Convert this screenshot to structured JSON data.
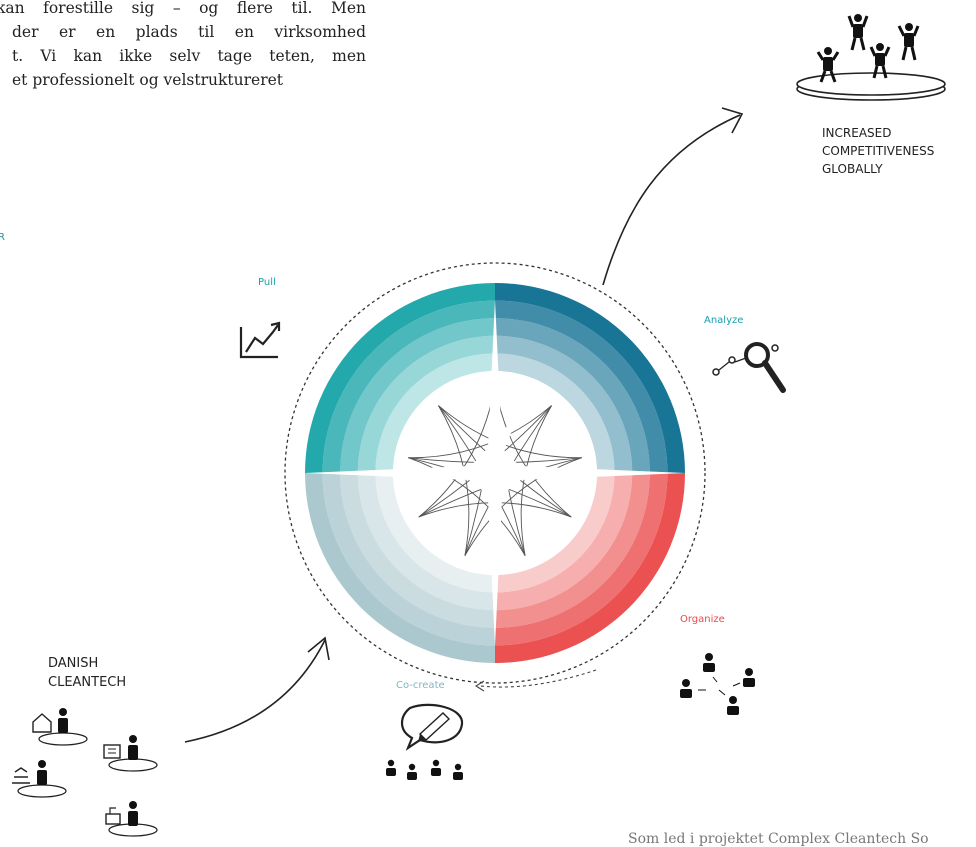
{
  "intro_text": [
    "kan forestille sig – og flere til. Men",
    "der er en plads til en virksomhed",
    "t. Vi kan ikke selv tage teten, men",
    "et professionelt og velstruktureret"
  ],
  "side_letter": "R",
  "labels": {
    "pull": "Pull",
    "analyze": "Analyze",
    "organize": "Organize",
    "cocreate": "Co-create"
  },
  "outcome": [
    "INCREASED",
    "COMPETITIVENESS",
    "GLOBALLY"
  ],
  "origin": [
    "DANISH",
    "CLEANTECH"
  ],
  "footer_text": "Som led i projektet Complex Cleantech So",
  "colors": {
    "teal": "#1aa5a8",
    "blue": "#0f6f92",
    "red": "#ea4a4a",
    "grey": "#a9c6cd",
    "label_teal": "#1a9fb0",
    "label_red": "#ea4a4a"
  }
}
